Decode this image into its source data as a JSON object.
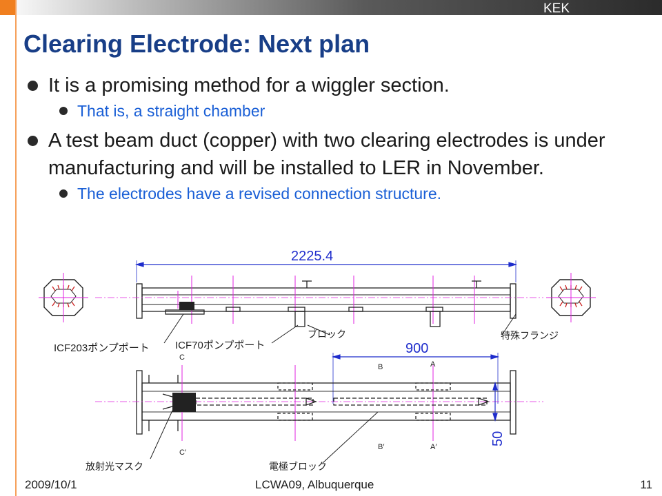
{
  "header": {
    "org": "KEK"
  },
  "slide": {
    "title": "Clearing Electrode: Next plan",
    "bullets": [
      {
        "text": "It is a promising method for a wiggler section.",
        "sub": [
          "That is, a straight chamber"
        ]
      },
      {
        "text": "A test beam duct (copper) with two clearing electrodes is under manufacturing and will be installed to LER in November.",
        "sub": [
          "The electrodes have a revised connection structure."
        ]
      }
    ]
  },
  "drawing": {
    "dim_overall": "2225.4",
    "dim_electrode": "900",
    "dim_height": "50",
    "label_icf203": "ICF203ポンプポート",
    "label_icf70": "ICF70ポンプポート",
    "label_block": "ブロック",
    "label_flange": "特殊フランジ",
    "label_mask": "放射光マスク",
    "label_electrode_block": "電極ブロック",
    "mark_a": "A",
    "mark_b": "B",
    "mark_c": "C",
    "mark_a2": "A′",
    "mark_b2": "B′",
    "mark_c2": "C′"
  },
  "footer": {
    "date": "2009/10/1",
    "venue": "LCWA09, Albuquerque",
    "page": "11"
  },
  "colors": {
    "title": "#183e87",
    "sub_bullet": "#1a5fd6",
    "accent": "#f07f1f",
    "magenta": "#e020e0",
    "dim_blue": "#1f2dcc"
  }
}
